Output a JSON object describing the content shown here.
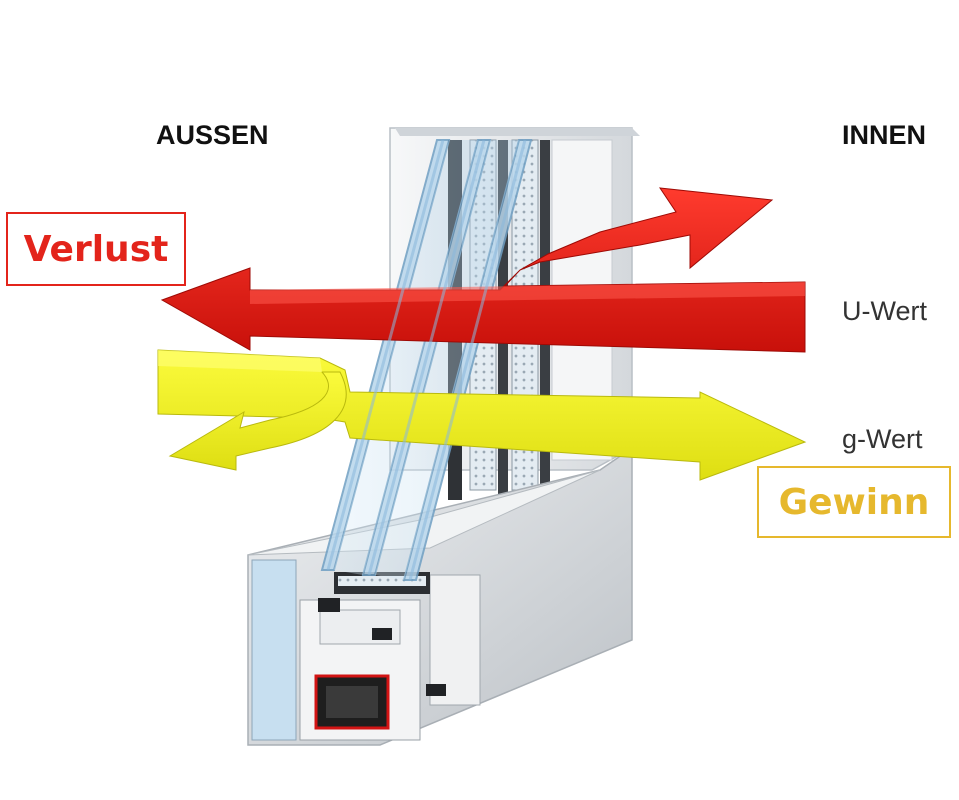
{
  "labels": {
    "outside": "AUSSEN",
    "inside": "INNEN",
    "loss": "Verlust",
    "u_value": "U-Wert",
    "g_value": "g-Wert",
    "gain": "Gewinn"
  },
  "colors": {
    "loss": "#e3241b",
    "gain": "#e6b82d",
    "heat_arrow": "#ff1a12",
    "solar_arrow": "#f4f41c",
    "glass": "#9cc7e8",
    "frame": "#e9ecef",
    "gasket": "#2b2b2b"
  },
  "icons": {
    "heat_loss_arrow": "red double-headed heat flow arrow",
    "solar_gain_arrow": "yellow solar energy arrow"
  }
}
